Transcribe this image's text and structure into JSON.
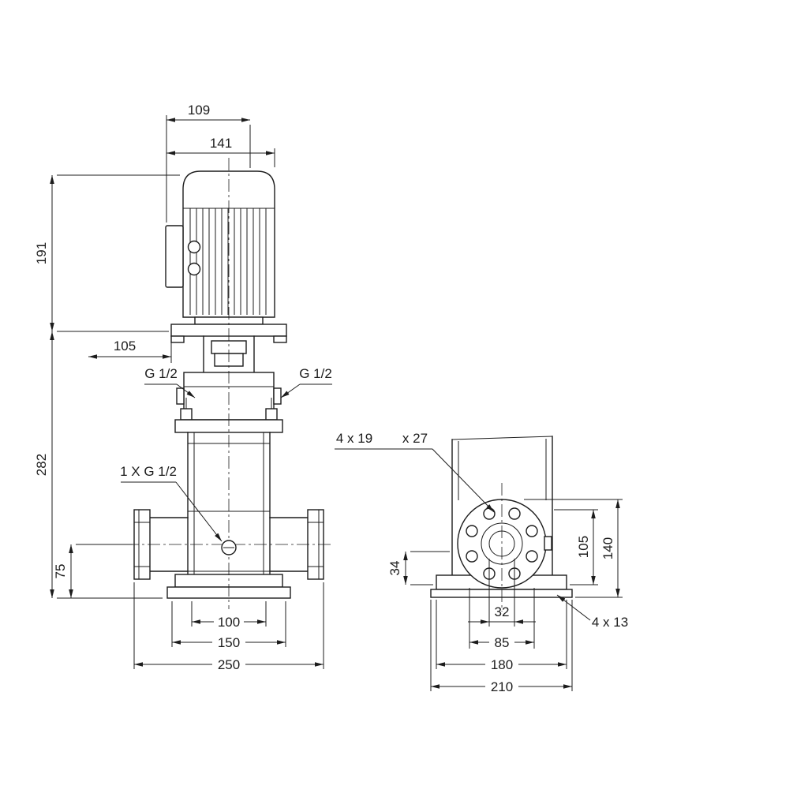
{
  "colors": {
    "line": "#1c1c1c",
    "background": "#ffffff"
  },
  "front_view": {
    "dims": {
      "d109": "109",
      "d141": "141",
      "d191": "191",
      "d105": "105",
      "d282": "282",
      "d75": "75",
      "d100": "100",
      "d150": "150",
      "d250": "250"
    },
    "labels": {
      "port_left": "G 1/2",
      "port_right": "G 1/2",
      "drain": "1 X G 1/2"
    }
  },
  "side_view": {
    "dims": {
      "d34": "34",
      "d105": "105",
      "d140": "140",
      "d32": "32",
      "d85": "85",
      "d180": "180",
      "d210": "210"
    },
    "labels": {
      "flange_holes": "4 x 19",
      "flange_spotface": "x 27",
      "base_holes": "4 x 13"
    }
  }
}
